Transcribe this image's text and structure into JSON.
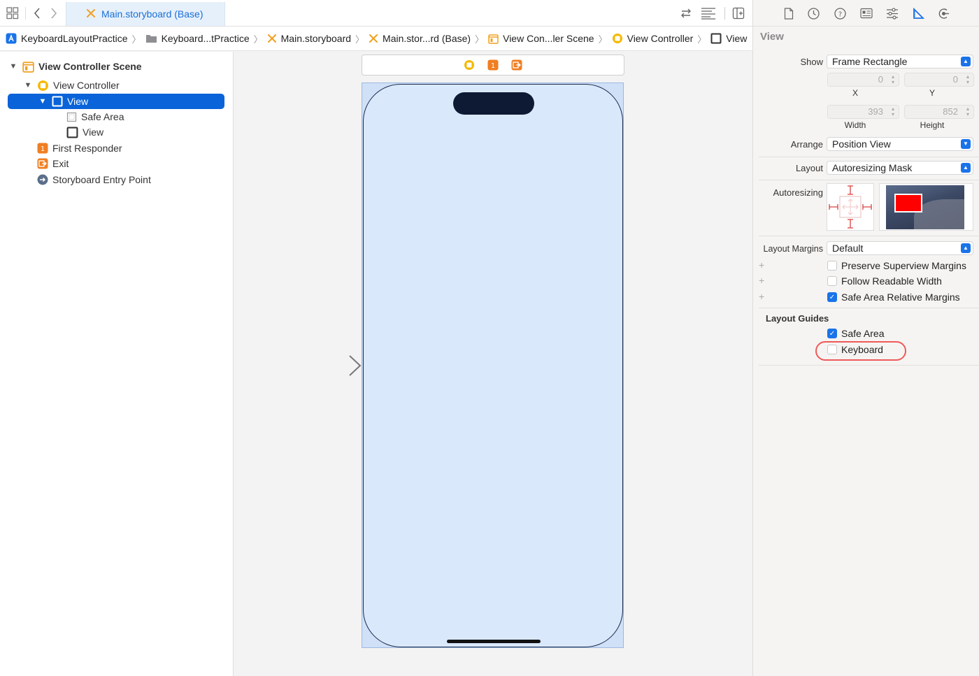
{
  "toolbar": {
    "active_tab": "Main.storyboard (Base)"
  },
  "breadcrumb": [
    {
      "label": "KeyboardLayoutPractice",
      "icon": "app-project-icon"
    },
    {
      "label": "Keyboard...tPractice",
      "icon": "folder-icon"
    },
    {
      "label": "Main.storyboard",
      "icon": "storyboard-icon"
    },
    {
      "label": "Main.stor...rd (Base)",
      "icon": "storyboard-icon"
    },
    {
      "label": "View Con...ler Scene",
      "icon": "scene-icon"
    },
    {
      "label": "View Controller",
      "icon": "view-controller-icon"
    },
    {
      "label": "View",
      "icon": "view-icon"
    }
  ],
  "outline": {
    "scene": "View Controller Scene",
    "view_controller": "View Controller",
    "view": "View",
    "safe_area": "Safe Area",
    "subview": "View",
    "first_responder": "First Responder",
    "exit": "Exit",
    "entry_point": "Storyboard Entry Point"
  },
  "inspector": {
    "title": "View",
    "show_label": "Show",
    "show_value": "Frame Rectangle",
    "x_value": "0",
    "y_value": "0",
    "x_label": "X",
    "y_label": "Y",
    "width_value": "393",
    "height_value": "852",
    "width_label": "Width",
    "height_label": "Height",
    "arrange_label": "Arrange",
    "arrange_value": "Position View",
    "layout_label": "Layout",
    "layout_value": "Autoresizing Mask",
    "autoresizing_label": "Autoresizing",
    "layout_margins_label": "Layout Margins",
    "layout_margins_value": "Default",
    "preserve_superview_margins": "Preserve Superview Margins",
    "follow_readable_width": "Follow Readable Width",
    "safe_area_relative_margins": "Safe Area Relative Margins",
    "layout_guides_title": "Layout Guides",
    "guide_safe_area": "Safe Area",
    "guide_keyboard": "Keyboard"
  },
  "colors": {
    "accent": "#1a73e8",
    "selection": "#0a63d8",
    "device_fill": "#dae8fc",
    "highlight_ring": "#ee5a5a"
  }
}
